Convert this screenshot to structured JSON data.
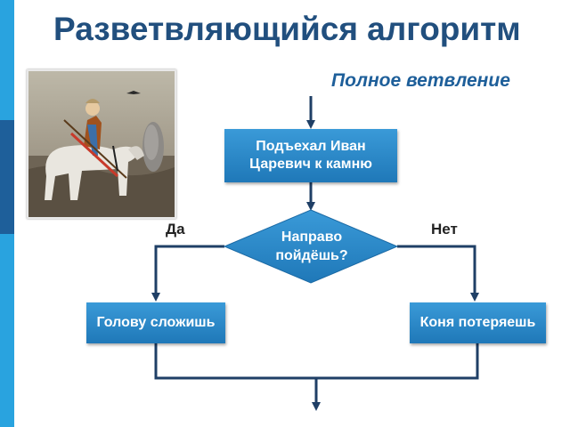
{
  "title": "Разветвляющийся алгоритм",
  "subtitle": "Полное ветвление",
  "flowchart": {
    "start": "Подъехал Иван\nЦаревич к камню",
    "decision": "Направо\nпойдёшь?",
    "yes_label": "Да",
    "no_label": "Нет",
    "yes_action": "Голову сложишь",
    "no_action": "Коня потеряешь"
  },
  "colors": {
    "title": "#214f7e",
    "box": "#2580c0",
    "arrow": "#1f3f66",
    "accent_bar": "#29a3df"
  },
  "illustration": "knight-on-white-horse-painting"
}
